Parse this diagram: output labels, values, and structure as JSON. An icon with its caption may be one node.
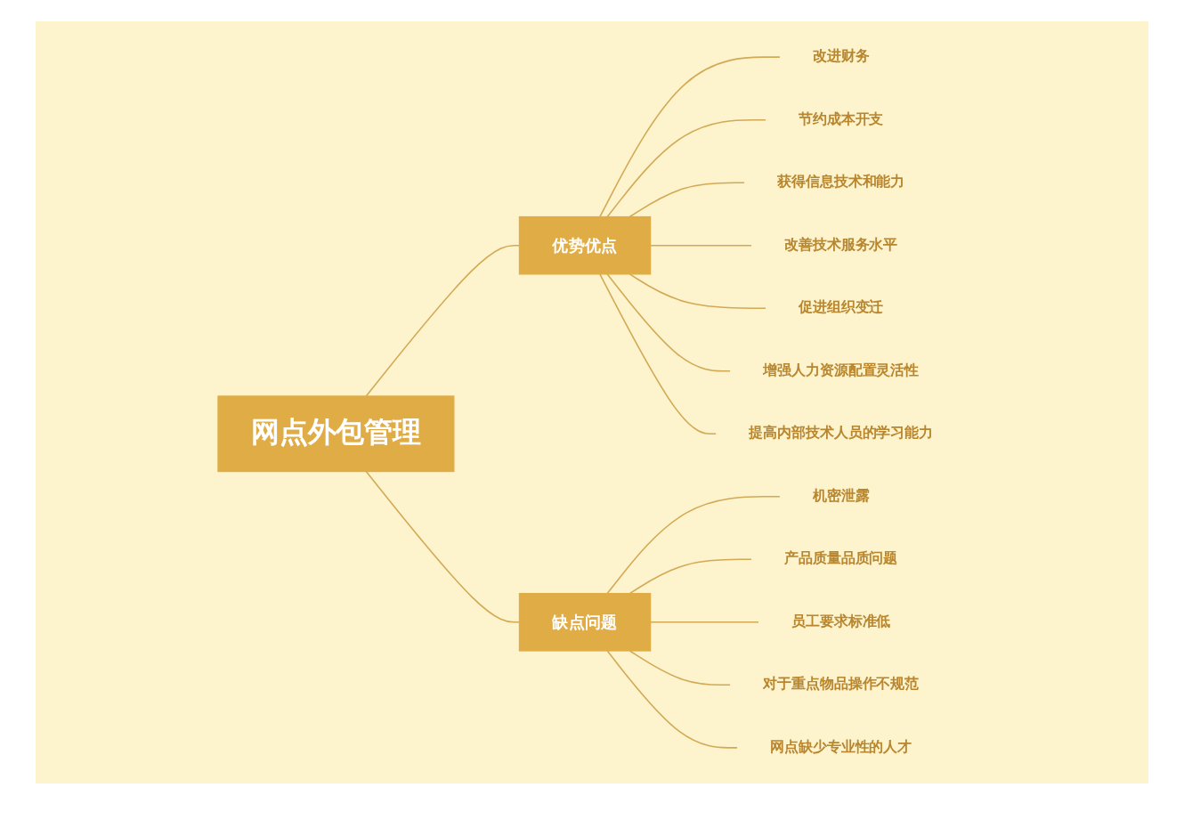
{
  "diagram": {
    "nodes": [
      {
        "text": [
          "网点外包管理"
        ]
      },
      {
        "text": [
          "优势优点"
        ]
      },
      {
        "text": [
          "改进财务"
        ]
      },
      {
        "text": [
          "节约成本开支"
        ]
      },
      {
        "text": [
          "获得信息技术和能力"
        ]
      },
      {
        "text": [
          "改善技术服务水平"
        ]
      },
      {
        "text": [
          "促进组织变迁"
        ]
      },
      {
        "text": [
          "增强人力资源配置灵活性"
        ]
      },
      {
        "text": [
          "提高内部技术人员的学习能力"
        ]
      },
      {
        "text": [
          "缺点问题"
        ]
      },
      {
        "text": [
          "机密泄露"
        ]
      },
      {
        "text": [
          "产品质量品质问题"
        ]
      },
      {
        "text": [
          "员工要求标准低"
        ]
      },
      {
        "text": [
          "对于重点物品操作不规范"
        ]
      },
      {
        "text": [
          "网点缺少专业性的人才"
        ]
      }
    ],
    "edges": [
      {
        "from": 0,
        "to": 1,
        "arrow": "none"
      },
      {
        "from": 0,
        "to": 9,
        "arrow": "none"
      },
      {
        "from": 1,
        "to": 2,
        "arrow": "none"
      },
      {
        "from": 1,
        "to": 3,
        "arrow": "none"
      },
      {
        "from": 1,
        "to": 4,
        "arrow": "none"
      },
      {
        "from": 1,
        "to": 5,
        "arrow": "none"
      },
      {
        "from": 1,
        "to": 6,
        "arrow": "none"
      },
      {
        "from": 1,
        "to": 7,
        "arrow": "none"
      },
      {
        "from": 1,
        "to": 8,
        "arrow": "none"
      },
      {
        "from": 9,
        "to": 10,
        "arrow": "none"
      },
      {
        "from": 9,
        "to": 11,
        "arrow": "none"
      },
      {
        "from": 9,
        "to": 12,
        "arrow": "none"
      },
      {
        "from": 9,
        "to": 13,
        "arrow": "none"
      },
      {
        "from": 9,
        "to": 14,
        "arrow": "none"
      }
    ]
  }
}
